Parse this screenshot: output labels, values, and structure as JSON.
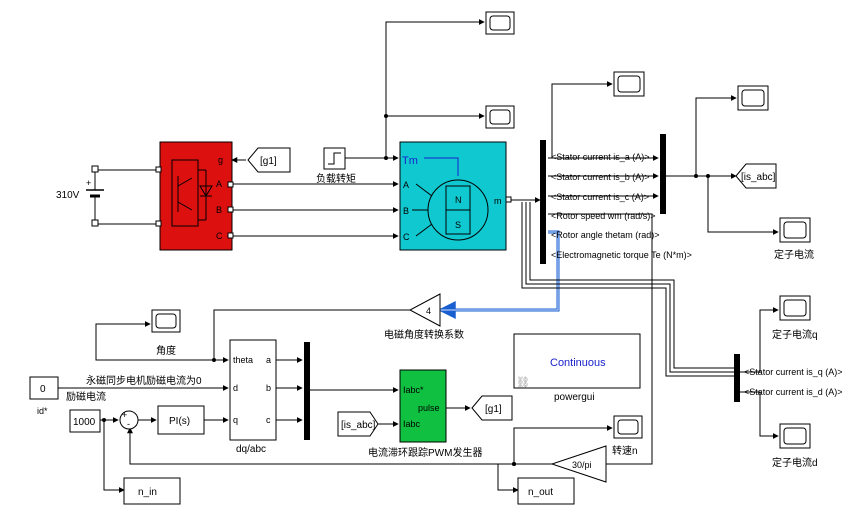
{
  "blocks": {
    "dc_source": "310V",
    "inverter": {
      "port_g": "g",
      "port_a": "A",
      "port_b": "B",
      "port_c": "C"
    },
    "goto_g1_top": "[g1]",
    "step_label": "负载转矩",
    "pmsm": {
      "tm": "Tm",
      "a": "A",
      "b": "B",
      "c": "C",
      "m": "m",
      "n": "N",
      "s": "S"
    },
    "measure_outputs": [
      "<Stator current is_a (A)>",
      "<Stator current is_b (A)>",
      "<Stator current is_c (A)>",
      "<Rotor speed wm (rad/s)>",
      "<Rotor angle thetam (rad)>",
      "<Electromagnetic torque Te (N*m)>"
    ],
    "goto_is_abc": "[is_abc]",
    "scope_stator_current": "定子电流",
    "gain_angle_value": "4",
    "gain_angle_label": "电磁角度转换系数",
    "scope_angle": "角度",
    "powergui_mode": "Continuous",
    "powergui_label": "powergui",
    "id_const_value": "0",
    "id_const_label": "id*",
    "id_note": "永磁同步电机励磁电流为0",
    "excitation_label": "励磁电流",
    "speed_ref_value": "1000",
    "sum_signs": [
      "+",
      "-"
    ],
    "pi_label": "PI(s)",
    "dq_abc": {
      "theta": "theta",
      "d": "d",
      "q": "q",
      "a": "a",
      "b": "b",
      "c": "c",
      "label": "dq/abc"
    },
    "pwm": {
      "iabc_ref": "Iabc*",
      "pulse": "pulse",
      "iabc": "Iabc",
      "label": "电流滞环跟踪PWM发生器"
    },
    "from_is_abc": "[is_abc]",
    "goto_g1_bottom": "[g1]",
    "scope_speed": "转速n",
    "gain_speed_value": "30/pi",
    "goto_n_in": "n_in",
    "goto_n_out": "n_out",
    "scope_q": "定子电流q",
    "scope_d": "定子电流d",
    "dq_outputs": [
      "<Stator current is_q (A)>",
      "<Stator current is_d (A)>"
    ]
  }
}
